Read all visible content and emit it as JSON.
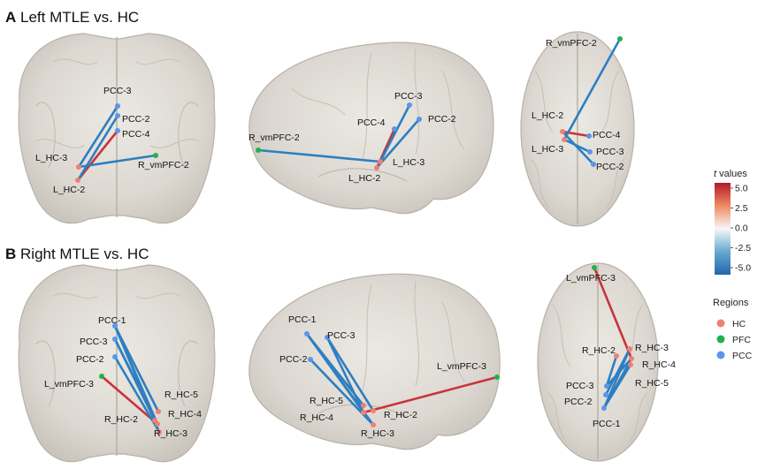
{
  "panels": {
    "a": {
      "letter": "A",
      "title": "Left MTLE vs. HC"
    },
    "b": {
      "letter": "B",
      "title": "Right MTLE vs. HC"
    }
  },
  "regions": {
    "L_HC-2": "L_HC-2",
    "L_HC-3": "L_HC-3",
    "R_HC-2": "R_HC-2",
    "R_HC-3": "R_HC-3",
    "R_HC-4": "R_HC-4",
    "R_HC-5": "R_HC-5",
    "R_vmPFC-2": "R_vmPFC-2",
    "L_vmPFC-3": "L_vmPFC-3",
    "PCC-1": "PCC-1",
    "PCC-2": "PCC-2",
    "PCC-3": "PCC-3",
    "PCC-4": "PCC-4"
  },
  "legend": {
    "colorbar_title_italic": "t",
    "colorbar_title_rest": " values",
    "ticks": [
      {
        "value": 5.0,
        "label": "5.0"
      },
      {
        "value": 2.5,
        "label": "2.5"
      },
      {
        "value": 0.0,
        "label": "0.0"
      },
      {
        "value": -2.5,
        "label": "-2.5"
      },
      {
        "value": -5.0,
        "label": "-5.0"
      }
    ],
    "regions_title": "Regions",
    "regions_items": [
      {
        "label": "HC",
        "color": "#f07f73"
      },
      {
        "label": "PFC",
        "color": "#22b14c"
      },
      {
        "label": "PCC",
        "color": "#5b96ea"
      }
    ]
  },
  "colors": {
    "positive": "#c8333a",
    "negative": "#2d7fc1",
    "HC": "#f07f73",
    "PFC": "#22b14c",
    "PCC": "#5b96ea"
  },
  "connections": {
    "a": [
      {
        "from": "L_HC-2",
        "to": "PCC-4",
        "sign": "positive"
      },
      {
        "from": "L_HC-2",
        "to": "PCC-2",
        "sign": "negative"
      },
      {
        "from": "L_HC-3",
        "to": "PCC-3",
        "sign": "negative"
      },
      {
        "from": "L_HC-3",
        "to": "R_vmPFC-2",
        "sign": "negative"
      }
    ],
    "b": [
      {
        "from": "L_vmPFC-3",
        "to": "R_HC-4",
        "sign": "positive"
      },
      {
        "from": "PCC-1",
        "to": "R_HC-5",
        "sign": "negative"
      },
      {
        "from": "PCC-1",
        "to": "R_HC-4",
        "sign": "negative"
      },
      {
        "from": "PCC-1",
        "to": "R_HC-3",
        "sign": "negative"
      },
      {
        "from": "PCC-3",
        "to": "R_HC-2",
        "sign": "negative"
      },
      {
        "from": "PCC-3",
        "to": "R_HC-4",
        "sign": "negative"
      },
      {
        "from": "PCC-2",
        "to": "R_HC-3",
        "sign": "negative"
      }
    ]
  }
}
